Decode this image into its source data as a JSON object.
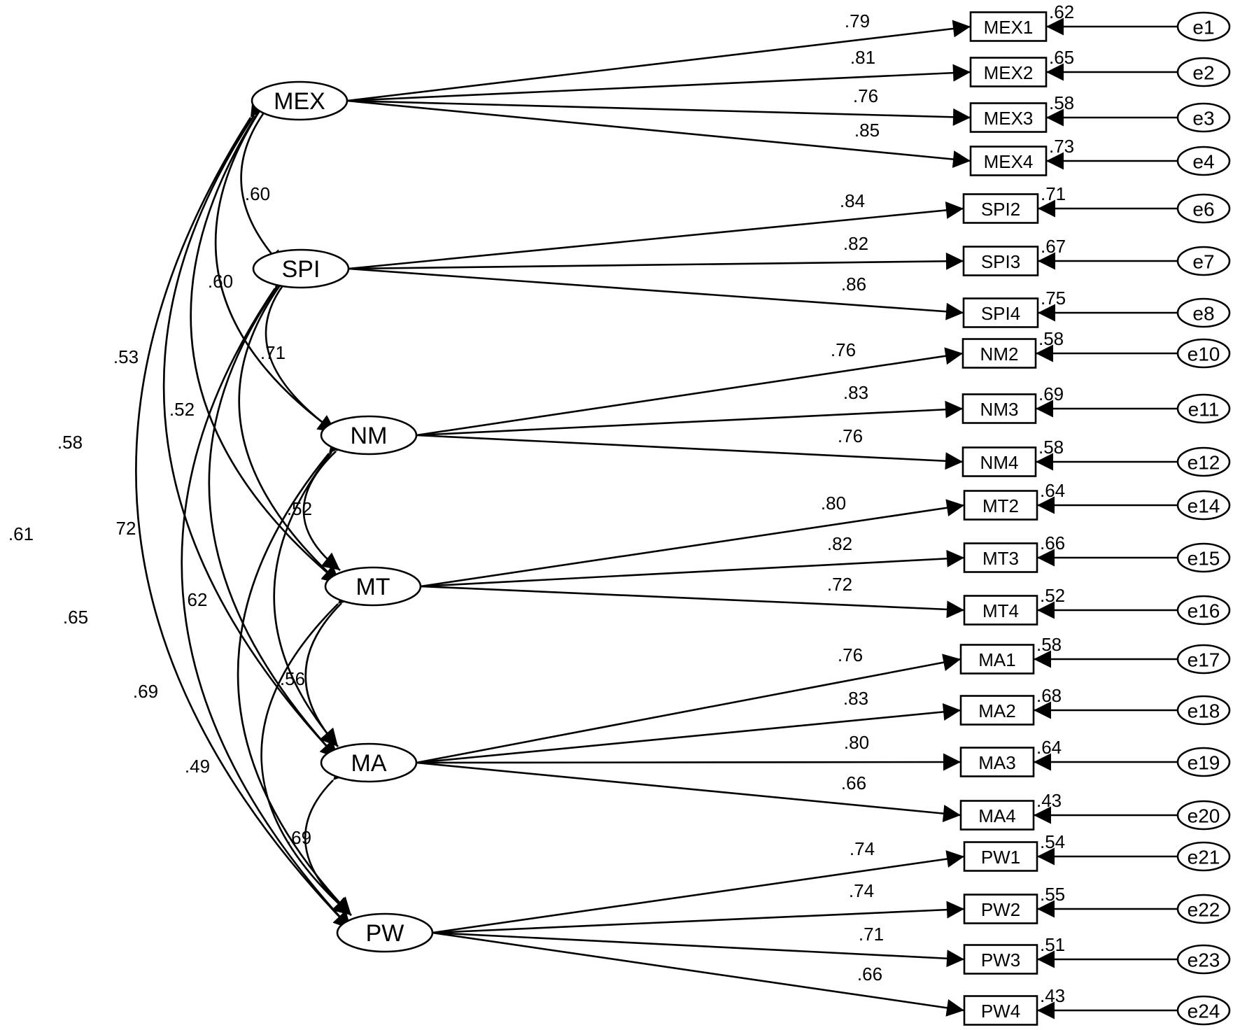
{
  "latents": [
    {
      "id": "MEX",
      "label": "MEX"
    },
    {
      "id": "SPI",
      "label": "SPI"
    },
    {
      "id": "NM",
      "label": "NM"
    },
    {
      "id": "MT",
      "label": "MT"
    },
    {
      "id": "MA",
      "label": "MA"
    },
    {
      "id": "PW",
      "label": "PW"
    }
  ],
  "indicators": [
    {
      "latent": "MEX",
      "label": "MEX1",
      "loading": ".79",
      "r2": ".62",
      "error": "e1"
    },
    {
      "latent": "MEX",
      "label": "MEX2",
      "loading": ".81",
      "r2": ".65",
      "error": "e2"
    },
    {
      "latent": "MEX",
      "label": "MEX3",
      "loading": ".76",
      "r2": ".58",
      "error": "e3"
    },
    {
      "latent": "MEX",
      "label": "MEX4",
      "loading": ".85",
      "r2": ".73",
      "error": "e4"
    },
    {
      "latent": "SPI",
      "label": "SPI2",
      "loading": ".84",
      "r2": ".71",
      "error": "e6"
    },
    {
      "latent": "SPI",
      "label": "SPI3",
      "loading": ".82",
      "r2": ".67",
      "error": "e7"
    },
    {
      "latent": "SPI",
      "label": "SPI4",
      "loading": ".86",
      "r2": ".75",
      "error": "e8"
    },
    {
      "latent": "NM",
      "label": "NM2",
      "loading": ".76",
      "r2": ".58",
      "error": "e10"
    },
    {
      "latent": "NM",
      "label": "NM3",
      "loading": ".83",
      "r2": ".69",
      "error": "e11"
    },
    {
      "latent": "NM",
      "label": "NM4",
      "loading": ".76",
      "r2": ".58",
      "error": "e12"
    },
    {
      "latent": "MT",
      "label": "MT2",
      "loading": ".80",
      "r2": ".64",
      "error": "e14"
    },
    {
      "latent": "MT",
      "label": "MT3",
      "loading": ".82",
      "r2": ".66",
      "error": "e15"
    },
    {
      "latent": "MT",
      "label": "MT4",
      "loading": ".72",
      "r2": ".52",
      "error": "e16"
    },
    {
      "latent": "MA",
      "label": "MA1",
      "loading": ".76",
      "r2": ".58",
      "error": "e17"
    },
    {
      "latent": "MA",
      "label": "MA2",
      "loading": ".83",
      "r2": ".68",
      "error": "e18"
    },
    {
      "latent": "MA",
      "label": "MA3",
      "loading": ".80",
      "r2": ".64",
      "error": "e19"
    },
    {
      "latent": "MA",
      "label": "MA4",
      "loading": ".66",
      "r2": ".43",
      "error": "e20"
    },
    {
      "latent": "PW",
      "label": "PW1",
      "loading": ".74",
      "r2": ".54",
      "error": "e21"
    },
    {
      "latent": "PW",
      "label": "PW2",
      "loading": ".74",
      "r2": ".55",
      "error": "e22"
    },
    {
      "latent": "PW",
      "label": "PW3",
      "loading": ".71",
      "r2": ".51",
      "error": "e23"
    },
    {
      "latent": "PW",
      "label": "PW4",
      "loading": ".66",
      "r2": ".43",
      "error": "e24"
    }
  ],
  "correlations": [
    {
      "from": "MEX",
      "to": "SPI",
      "value": ".60"
    },
    {
      "from": "MEX",
      "to": "NM",
      "value": ".60"
    },
    {
      "from": "MEX",
      "to": "MT",
      "value": ".53"
    },
    {
      "from": "MEX",
      "to": "MA",
      "value": ".58"
    },
    {
      "from": "MEX",
      "to": "PW",
      "value": ".61"
    },
    {
      "from": "SPI",
      "to": "NM",
      "value": ".71"
    },
    {
      "from": "SPI",
      "to": "MT",
      "value": ".52"
    },
    {
      "from": "SPI",
      "to": "MA",
      "value": "72"
    },
    {
      "from": "SPI",
      "to": "PW",
      "value": ".65"
    },
    {
      "from": "NM",
      "to": "MT",
      "value": ".52"
    },
    {
      "from": "NM",
      "to": "MA",
      "value": "62"
    },
    {
      "from": "NM",
      "to": "PW",
      "value": ".69"
    },
    {
      "from": "MT",
      "to": "MA",
      "value": ".56"
    },
    {
      "from": "MT",
      "to": "PW",
      "value": ".49"
    },
    {
      "from": "MA",
      "to": "PW",
      "value": ".69"
    }
  ]
}
